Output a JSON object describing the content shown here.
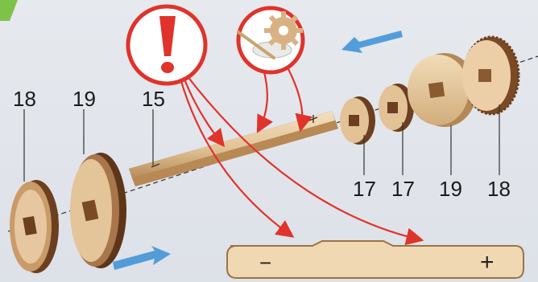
{
  "callouts": {
    "warning_icon": "exclamation-icon",
    "glue_icon": "glue-brush-gear-icon",
    "direction_arrows": "blue-arrow-icon"
  },
  "part_numbers": {
    "left_gear": "18",
    "left_disc": "19",
    "axle": "15",
    "spacer_1": "17",
    "spacer_2": "17",
    "right_disc": "19",
    "right_gear": "18"
  },
  "axle_marks": {
    "minus": "−",
    "plus": "+"
  },
  "colors": {
    "callout_red": "#e0332b",
    "wood_light": "#e6c9a0",
    "wood_dark": "#7a4a24",
    "arrow_blue": "#3a8fd6"
  }
}
